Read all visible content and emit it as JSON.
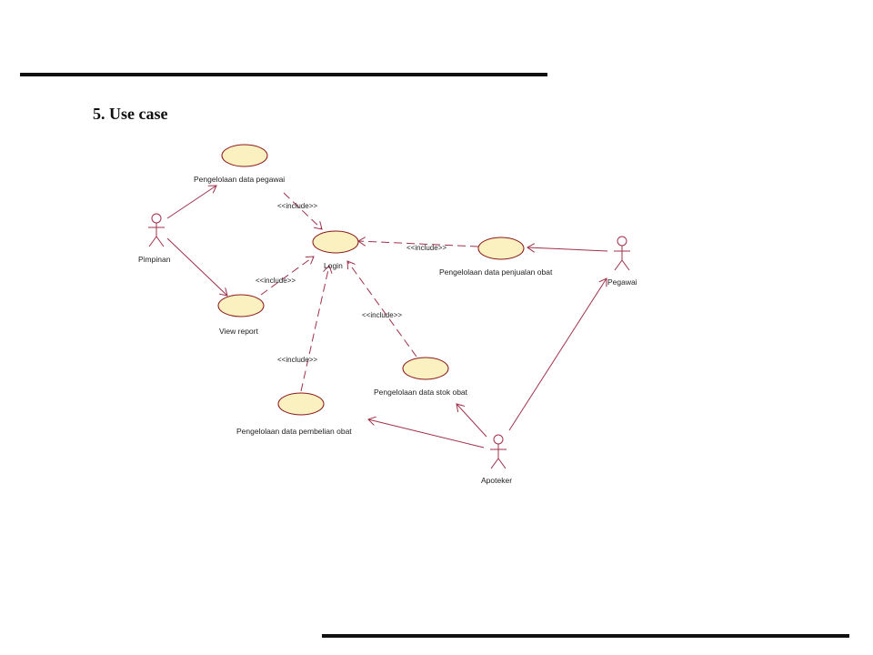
{
  "heading": {
    "number": "5.",
    "title": "Use case"
  },
  "colors": {
    "usecase_fill": "#fbf1c0",
    "usecase_stroke": "#8b1a1a",
    "line": "#a0304a",
    "actor": "#a0304a",
    "rule": "#111111"
  },
  "actors": {
    "pimpinan": "Pimpinan",
    "pegawai": "Pegawai",
    "apoteker": "Apoteker"
  },
  "usecases": {
    "pegawai_data": "Pengelolaan data pegawai",
    "login": "Login",
    "penjualan": "Pengelolaan data penjualan obat",
    "view_report": "View report",
    "stok": "Pengelolaan data stok obat",
    "pembelian": "Pengelolaan data pembelian obat"
  },
  "include_label": "<<include>>"
}
